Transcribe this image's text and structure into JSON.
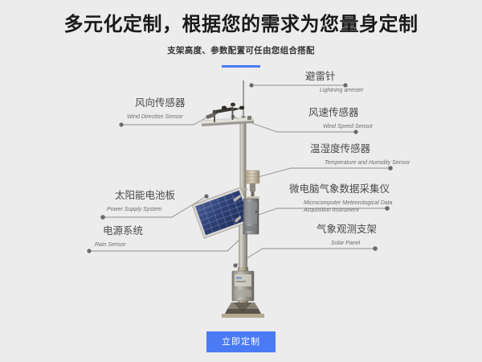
{
  "header": {
    "title": "多元化定制，根据您的需求为您量身定制",
    "subtitle": "支架高度、参数配置可任由您组合搭配",
    "accent_color": "#4a7bf5"
  },
  "background_color": "#ececec",
  "illustration": {
    "name": "weather-station-mast",
    "alt": "气象观测支架 weather station mast illustration"
  },
  "callouts": [
    {
      "key": "lightning-arrester",
      "cn": "避雷针",
      "en": "Lightning arrester",
      "side": "right"
    },
    {
      "key": "wind-direction-sensor",
      "cn": "风向传感器",
      "en": "Wind Direction Sensor",
      "side": "left"
    },
    {
      "key": "wind-speed-sensor",
      "cn": "风速传感器",
      "en": "Wind Speed Sensor",
      "side": "right"
    },
    {
      "key": "temperature-humidity-sensor",
      "cn": "温湿度传感器",
      "en": "Temperature and Humidity Sensor",
      "side": "right"
    },
    {
      "key": "solar-panel-power-supply",
      "cn": "太阳能电池板",
      "en": "Power Supply System",
      "side": "left"
    },
    {
      "key": "data-acquisition-instrument",
      "cn": "微电脑气象数据采集仪",
      "en": "Microcomputer Meteorological Data Acquisition Instrument",
      "side": "right"
    },
    {
      "key": "power-system",
      "cn": "电源系统",
      "en": "Rain Sensor",
      "side": "left"
    },
    {
      "key": "observation-bracket",
      "cn": "气象观测支架",
      "en": "Solar Panel",
      "side": "right"
    }
  ],
  "cta": {
    "label": "立即定制",
    "color": "#4a7bf5"
  }
}
